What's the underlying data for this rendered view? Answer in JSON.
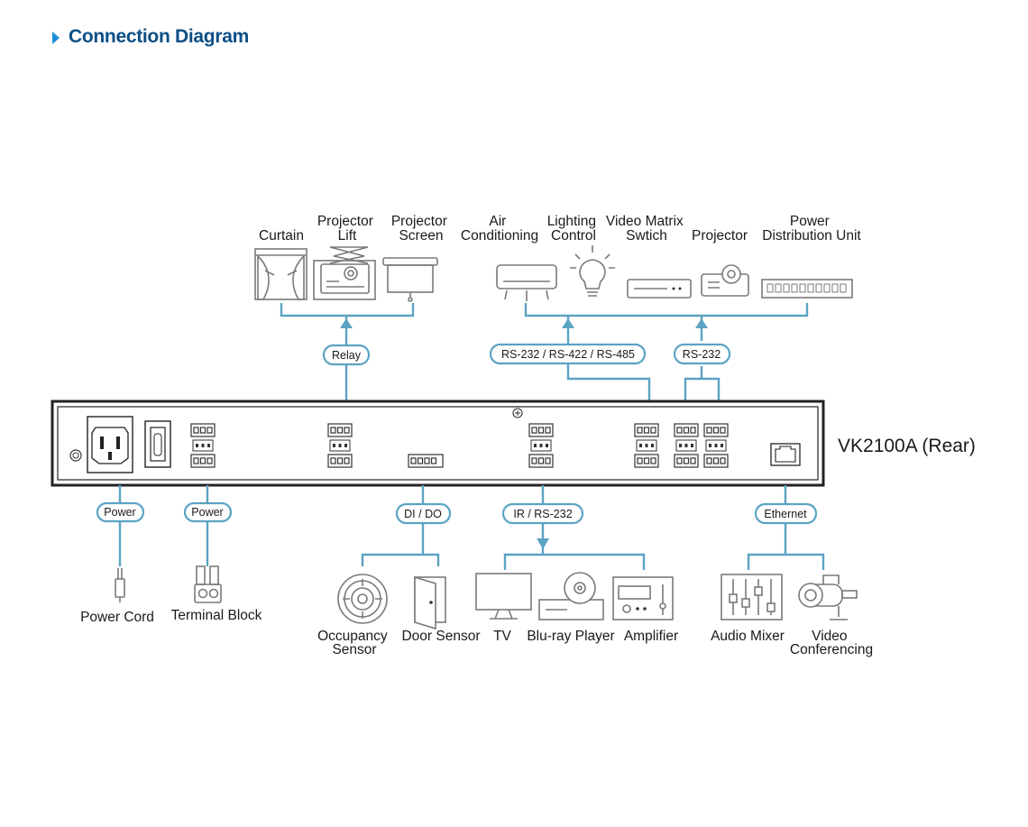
{
  "title": "Connection Diagram",
  "device_name": "VK2100A (Rear)",
  "interfaces": {
    "relay": "Relay",
    "rs_multi": "RS-232 / RS-422 / RS-485",
    "rs232": "RS-232",
    "power1": "Power",
    "power2": "Power",
    "dido": "DI / DO",
    "ir_rs232": "IR / RS-232",
    "ethernet": "Ethernet"
  },
  "top_devices": {
    "curtain": [
      "Curtain"
    ],
    "projector_lift": [
      "Projector",
      "Lift"
    ],
    "projector_screen": [
      "Projector",
      "Screen"
    ],
    "air_conditioning": [
      "Air",
      "Conditioning"
    ],
    "lighting_control": [
      "Lighting",
      "Control"
    ],
    "video_matrix": [
      "Video Matrix",
      "Swtich"
    ],
    "projector": [
      "Projector"
    ],
    "pdu": [
      "Power",
      "Distribution Unit"
    ]
  },
  "bottom_devices": {
    "power_cord": [
      "Power Cord"
    ],
    "terminal_block": [
      "Terminal Block"
    ],
    "occupancy_sensor": [
      "Occupancy",
      "Sensor"
    ],
    "door_sensor": [
      "Door Sensor"
    ],
    "tv": [
      "TV"
    ],
    "bluray": [
      "Blu-ray Player"
    ],
    "amplifier": [
      "Amplifier"
    ],
    "audio_mixer": [
      "Audio Mixer"
    ],
    "video_conferencing": [
      "Video",
      "Conferencing"
    ]
  },
  "colors": {
    "title": "#0b4f86",
    "title_marker": "#1a8fd6",
    "connector": "#5aa3c3",
    "device_outline": "#7a7a7a",
    "panel_outline": "#222222"
  }
}
